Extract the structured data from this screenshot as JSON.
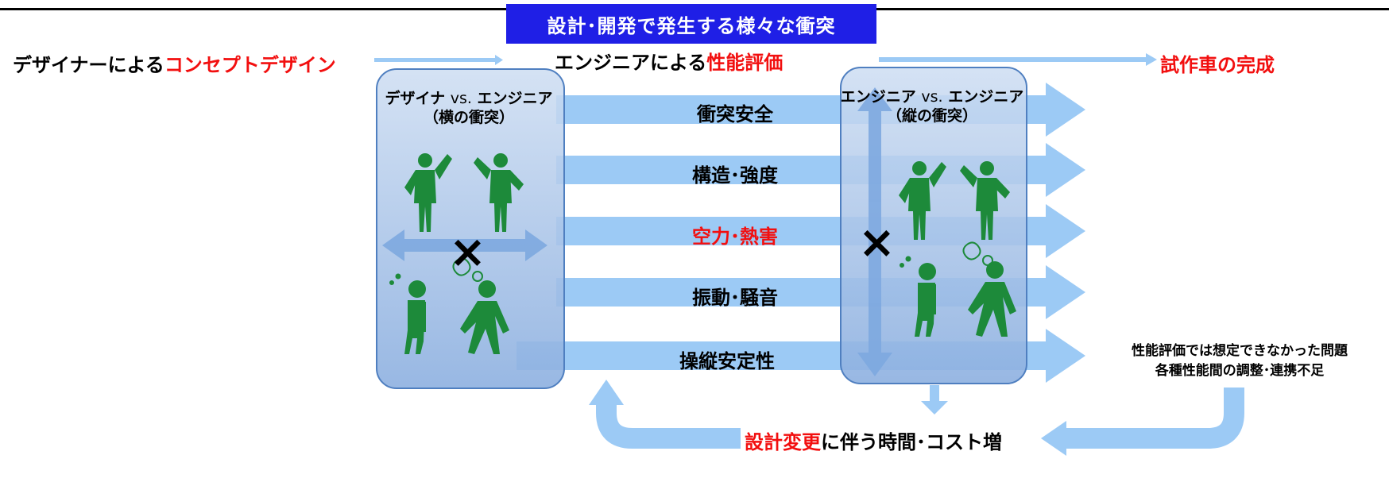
{
  "title": "設計･開発で発生する様々な衝突",
  "flow": {
    "step1_prefix": "デザイナーによる",
    "step1_highlight": "コンセプトデザイン",
    "step2_prefix": "エンジニアによる",
    "step2_highlight": "性能評価",
    "step3": "試作車の完成"
  },
  "left_panel": {
    "heading_a": "デザイナ",
    "heading_vs": "vs.",
    "heading_b": "エンジニア",
    "subheading": "（横の衝突）",
    "cross": "×"
  },
  "right_panel": {
    "heading_a": "エンジニア",
    "heading_vs": "vs.",
    "heading_b": "エンジニア",
    "subheading": "（縦の衝突）",
    "cross": "×"
  },
  "bands": [
    {
      "label": "衝突安全",
      "highlight": false
    },
    {
      "label": "構造･強度",
      "highlight": false
    },
    {
      "label": "空力･熱害",
      "highlight": true
    },
    {
      "label": "振動･騒音",
      "highlight": false
    },
    {
      "label": "操縦安定性",
      "highlight": false
    }
  ],
  "note": {
    "line1": "性能評価では想定できなかった問題",
    "line2": "各種性能間の調整･連携不足"
  },
  "bottom": {
    "highlight": "設計変更",
    "rest": "に伴う時間･コスト増"
  },
  "colors": {
    "title_bg": "#1f1fe6",
    "highlight_red": "#f20f0f",
    "arrow_blue": "#9ccaf5",
    "figure_green": "#1d8a3a",
    "panel_border": "#4f7fc0"
  }
}
